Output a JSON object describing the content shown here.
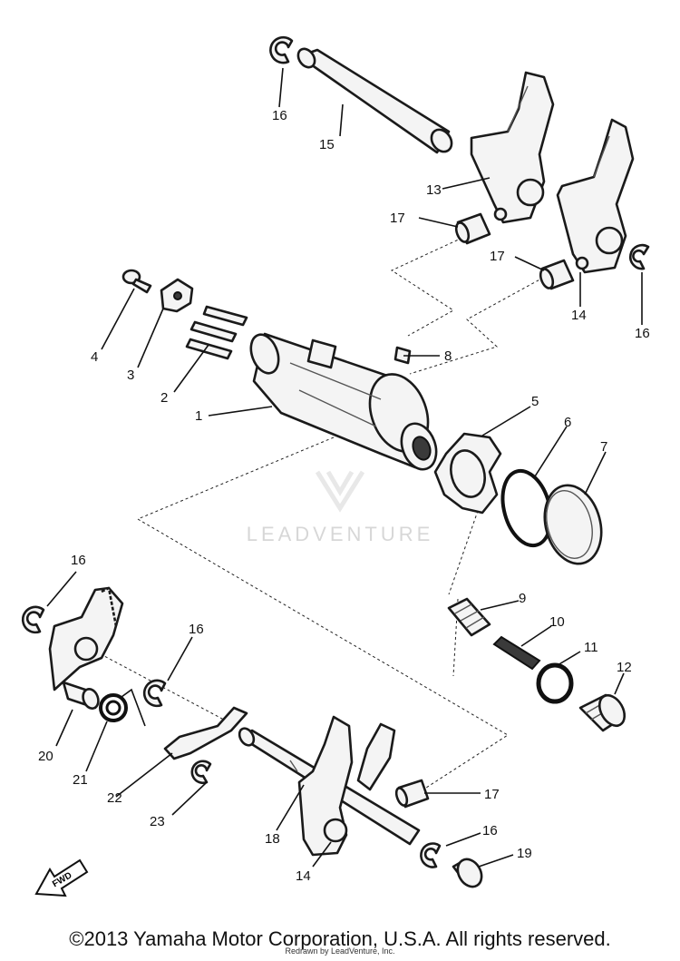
{
  "watermark": {
    "text": "LEADVENTURE"
  },
  "fwd_label": "FWD",
  "footer": {
    "copyright": "©2013 Yamaha Motor Corporation, U.S.A. All rights reserved.",
    "redrawn": "Redrawn by LeadVenture, Inc."
  },
  "callouts": [
    "16",
    "15",
    "13",
    "17",
    "17",
    "14",
    "16",
    "4",
    "3",
    "2",
    "8",
    "1",
    "5",
    "6",
    "7",
    "16",
    "9",
    "10",
    "11",
    "12",
    "16",
    "20",
    "21",
    "22",
    "23",
    "18",
    "14",
    "17",
    "16",
    "19"
  ]
}
